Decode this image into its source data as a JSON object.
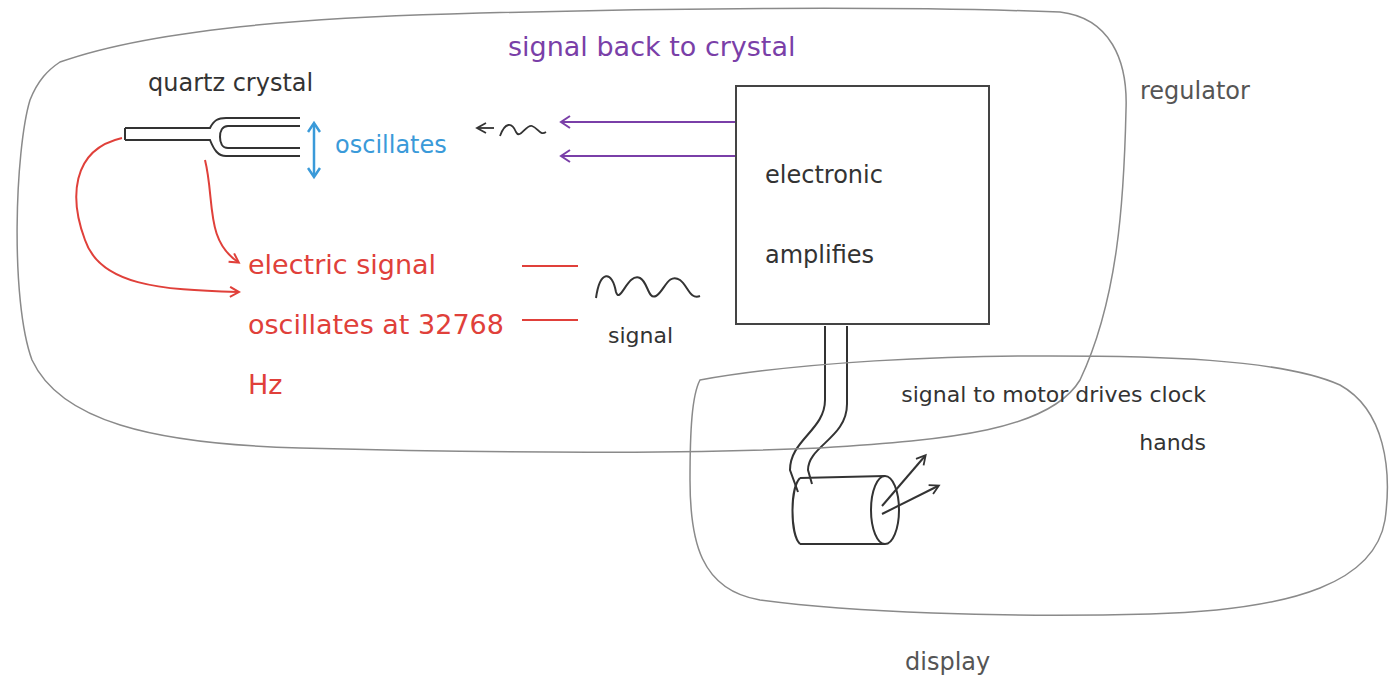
{
  "diagram": {
    "nodes": [
      {
        "text": [
          "regulator"
        ]
      },
      {
        "text": [
          "electronic amplifies"
        ],
        "in": 0
      },
      {
        "text": [
          "signal to motor drives clock hands",
          "display"
        ]
      }
    ],
    "labels": [
      "quartz crystal",
      "oscillates",
      "signal back to crystal",
      "electric signal oscillates at 32768 Hz",
      "signal"
    ]
  }
}
